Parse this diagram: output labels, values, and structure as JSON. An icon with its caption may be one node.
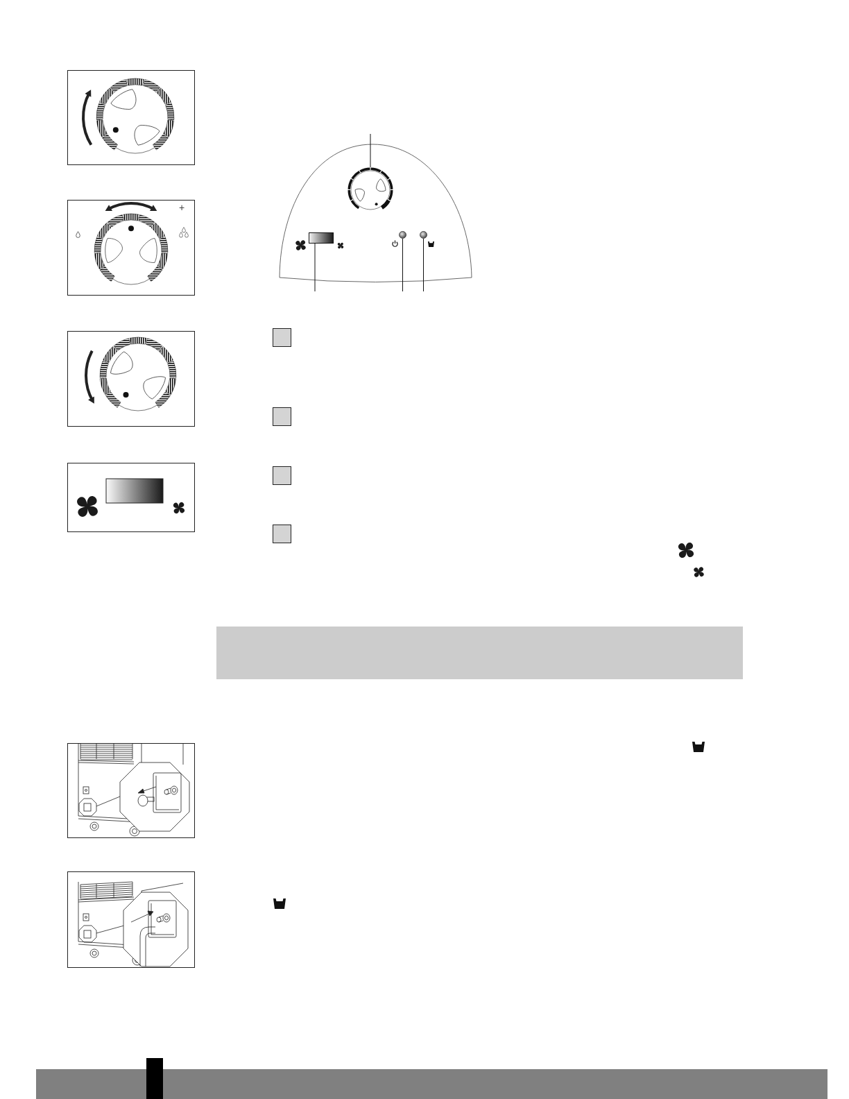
{
  "diagram": {
    "nodes": [
      {
        "text": [],
        "shape": "circle"
      },
      {
        "text": [],
        "shape": "bar"
      },
      {
        "text": [],
        "shape": "circle"
      },
      {
        "text": [],
        "shape": "circle"
      },
      {
        "text": [],
        "shape": "box"
      }
    ],
    "edges": [
      {
        "from": null,
        "to": 0,
        "arrow": "none"
      },
      {
        "from": null,
        "to": 1,
        "arrow": "none"
      },
      {
        "from": null,
        "to": 2,
        "arrow": "none"
      },
      {
        "from": null,
        "to": 3,
        "arrow": "none"
      }
    ],
    "labels": [
      "+"
    ]
  }
}
